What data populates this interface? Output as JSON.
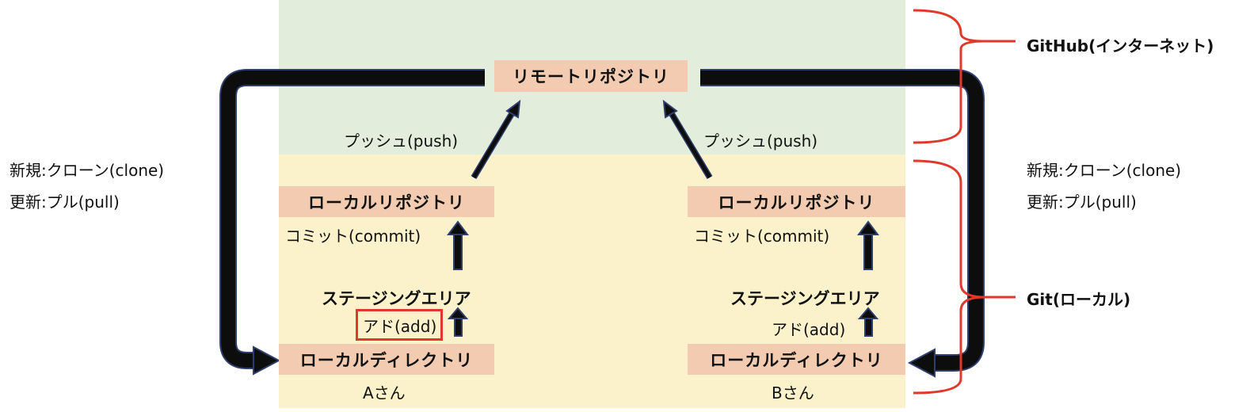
{
  "diagram": {
    "remote_repository": "リモートリポジトリ",
    "push_label_a": "プッシュ(push)",
    "push_label_b": "プッシュ(push)",
    "side_labels": {
      "left": {
        "clone": "新規:クローン(clone)",
        "pull": "更新:プル(pull)"
      },
      "right": {
        "clone": "新規:クローン(clone)",
        "pull": "更新:プル(pull)"
      }
    },
    "user_a": {
      "local_repository": "ローカルリポジトリ",
      "commit_label": "コミット(commit)",
      "staging_area": "ステージングエリア",
      "add_label": "アド(add)",
      "local_directory": "ローカルディレクトリ",
      "name": "Aさん"
    },
    "user_b": {
      "local_repository": "ローカルリポジトリ",
      "commit_label": "コミット(commit)",
      "staging_area": "ステージングエリア",
      "add_label": "アド(add)",
      "local_directory": "ローカルディレクトリ",
      "name": "Bさん"
    },
    "brackets": {
      "github": "GitHub(インターネット)",
      "git": "Git(ローカル)"
    },
    "colors": {
      "internet_zone": "#e2eedb",
      "local_zone": "#fbf1cb",
      "box_fill": "#f2cbb0",
      "bracket": "#e0392b",
      "highlight_border": "#e0392b",
      "arrow_fill": "#0d0d0d",
      "arrow_outline": "#2e3f6e"
    }
  }
}
